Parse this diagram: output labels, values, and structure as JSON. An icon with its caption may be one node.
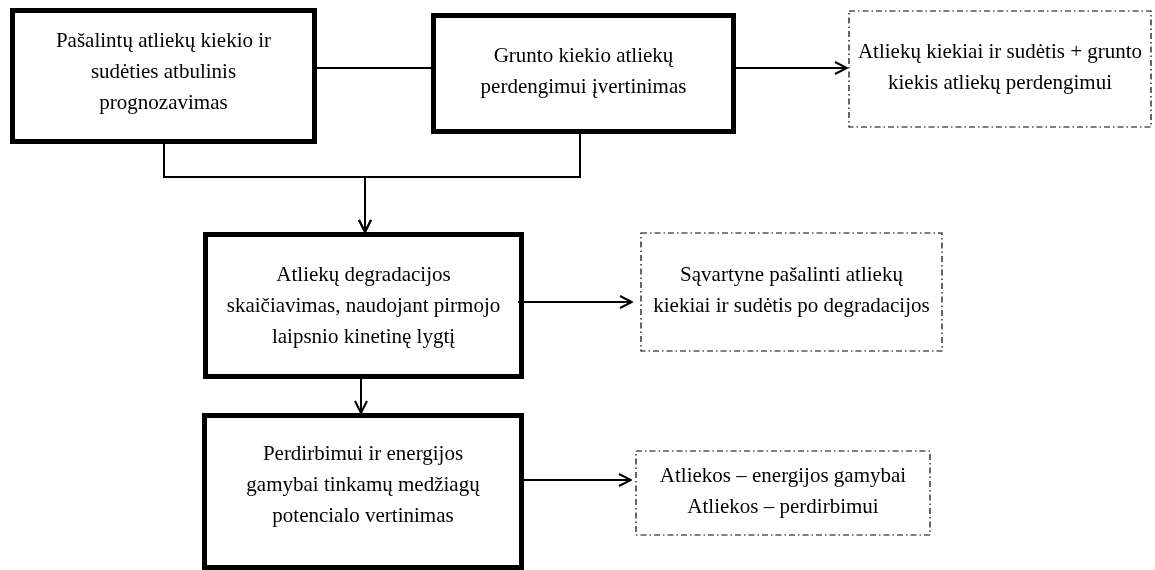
{
  "diagram": {
    "nodes": [
      {
        "text": [
          "Pašalintų atliekų kiekio ir sudėties atbulinis prognozavimas"
        ]
      },
      {
        "text": [
          "Grunto kiekio atliekų perdengimui įvertinimas"
        ]
      },
      {
        "text": [
          "Atliekų kiekiai ir sudėtis + grunto kiekis atliekų perdengimui"
        ]
      },
      {
        "text": [
          "Atliekų degradacijos skaičiavimas, naudojant pirmojo laipsnio kinetinę lygtį"
        ]
      },
      {
        "text": [
          "Sąvartyne pašalinti atliekų kiekiai ir sudėtis po degradacijos"
        ]
      },
      {
        "text": [
          "Perdirbimui ir energijos gamybai tinkamų medžiagų potencialo vertinimas"
        ]
      },
      {
        "text": [
          "Atliekos – energijos gamybai Atliekos – perdirbimui"
        ]
      }
    ],
    "edges": [
      {
        "from": 0,
        "to": 1,
        "arrow": "none"
      },
      {
        "from": 1,
        "to": 2,
        "arrow": "to"
      },
      {
        "from": 0,
        "to": 3,
        "arrow": "to"
      },
      {
        "from": 1,
        "to": 3,
        "arrow": "to"
      },
      {
        "from": 3,
        "to": 4,
        "arrow": "to"
      },
      {
        "from": 3,
        "to": 5,
        "arrow": "to"
      },
      {
        "from": 5,
        "to": 6,
        "arrow": "to"
      }
    ]
  }
}
